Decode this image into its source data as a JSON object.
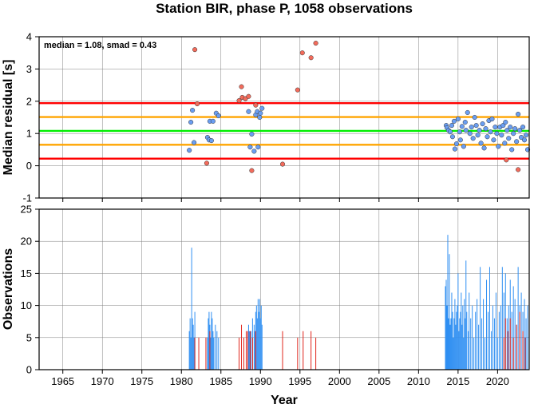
{
  "chart_data": {
    "title": "Station BIR, phase P, 1058 observations",
    "xlabel": "Year",
    "xlim": [
      1962,
      2024
    ],
    "xticks": [
      1965,
      1970,
      1975,
      1980,
      1985,
      1990,
      1995,
      2000,
      2005,
      2010,
      2015,
      2020
    ],
    "colors": {
      "blue_point": "#6a9ef2",
      "red_point": "#f26b5b",
      "blue_bar": "#2f8ff2",
      "red_bar": "#e0241b",
      "red_line": "#ff0000",
      "orange_line": "#ffa500",
      "green_line": "#00ee00"
    },
    "panels": [
      {
        "type": "scatter",
        "ylabel": "Median residual [s]",
        "ylim": [
          -1,
          4
        ],
        "yticks": [
          -1,
          0,
          1,
          2,
          3,
          4
        ],
        "annotation": "median = 1.08, smad = 0.43",
        "hlines": [
          {
            "y": 1.08,
            "color": "green"
          },
          {
            "y": 1.51,
            "color": "orange"
          },
          {
            "y": 0.65,
            "color": "orange"
          },
          {
            "y": 1.94,
            "color": "red"
          },
          {
            "y": 0.22,
            "color": "red"
          }
        ],
        "series": [
          {
            "color": "blue",
            "points": [
              [
                1981.0,
                0.48
              ],
              [
                1981.2,
                1.35
              ],
              [
                1981.4,
                1.72
              ],
              [
                1981.6,
                0.72
              ],
              [
                1983.3,
                0.88
              ],
              [
                1983.5,
                0.8
              ],
              [
                1983.6,
                1.38
              ],
              [
                1983.8,
                0.78
              ],
              [
                1984.0,
                1.38
              ],
              [
                1984.4,
                1.63
              ],
              [
                1984.7,
                1.55
              ],
              [
                1988.5,
                1.68
              ],
              [
                1988.7,
                0.58
              ],
              [
                1988.9,
                0.98
              ],
              [
                1989.2,
                0.45
              ],
              [
                1989.4,
                1.58
              ],
              [
                1989.6,
                1.68
              ],
              [
                1989.7,
                0.58
              ],
              [
                1989.9,
                1.5
              ],
              [
                1990.0,
                1.63
              ],
              [
                1990.2,
                1.78
              ],
              [
                2013.5,
                1.25
              ],
              [
                2013.6,
                1.18
              ],
              [
                2013.8,
                1.1
              ],
              [
                2014.0,
                1.05
              ],
              [
                2014.2,
                1.25
              ],
              [
                2014.3,
                0.9
              ],
              [
                2014.5,
                1.38
              ],
              [
                2014.6,
                0.52
              ],
              [
                2014.8,
                0.68
              ],
              [
                2015.0,
                1.45
              ],
              [
                2015.2,
                1.05
              ],
              [
                2015.3,
                0.8
              ],
              [
                2015.5,
                1.22
              ],
              [
                2015.7,
                0.6
              ],
              [
                2015.9,
                1.35
              ],
              [
                2016.0,
                1.1
              ],
              [
                2016.2,
                1.65
              ],
              [
                2016.5,
                1.0
              ],
              [
                2016.7,
                1.2
              ],
              [
                2016.9,
                0.85
              ],
              [
                2017.1,
                1.5
              ],
              [
                2017.3,
                1.25
              ],
              [
                2017.5,
                0.95
              ],
              [
                2017.7,
                1.1
              ],
              [
                2017.9,
                0.7
              ],
              [
                2018.1,
                1.3
              ],
              [
                2018.3,
                0.55
              ],
              [
                2018.5,
                1.15
              ],
              [
                2018.7,
                0.9
              ],
              [
                2018.9,
                1.4
              ],
              [
                2019.1,
                1.05
              ],
              [
                2019.3,
                1.45
              ],
              [
                2019.5,
                0.8
              ],
              [
                2019.7,
                1.2
              ],
              [
                2019.9,
                1.0
              ],
              [
                2020.1,
                0.6
              ],
              [
                2020.3,
                1.2
              ],
              [
                2020.5,
                0.95
              ],
              [
                2020.7,
                1.25
              ],
              [
                2020.9,
                0.7
              ],
              [
                2021.0,
                1.35
              ],
              [
                2021.2,
                1.1
              ],
              [
                2021.4,
                0.85
              ],
              [
                2021.6,
                1.2
              ],
              [
                2021.8,
                0.5
              ],
              [
                2022.0,
                1.0
              ],
              [
                2022.2,
                1.15
              ],
              [
                2022.4,
                0.75
              ],
              [
                2022.6,
                1.6
              ],
              [
                2022.8,
                1.1
              ],
              [
                2023.0,
                0.88
              ],
              [
                2023.2,
                1.2
              ],
              [
                2023.4,
                0.8
              ],
              [
                2023.6,
                0.95
              ],
              [
                2023.8,
                0.5
              ]
            ]
          },
          {
            "color": "red",
            "points": [
              [
                1981.7,
                3.6
              ],
              [
                1982.0,
                1.92
              ],
              [
                1983.2,
                0.08
              ],
              [
                1987.3,
                2.02
              ],
              [
                1987.6,
                2.45
              ],
              [
                1987.7,
                2.12
              ],
              [
                1988.1,
                2.08
              ],
              [
                1988.5,
                2.15
              ],
              [
                1988.9,
                -0.15
              ],
              [
                1989.4,
                1.88
              ],
              [
                1992.8,
                0.05
              ],
              [
                1994.7,
                2.35
              ],
              [
                1995.3,
                3.5
              ],
              [
                1996.4,
                3.35
              ],
              [
                1997.0,
                3.8
              ],
              [
                2021.1,
                0.18
              ],
              [
                2022.6,
                -0.12
              ]
            ]
          }
        ]
      },
      {
        "type": "bar",
        "ylabel": "Observations",
        "ylim": [
          0,
          25
        ],
        "yticks": [
          0,
          5,
          10,
          15,
          20,
          25
        ],
        "series": [
          {
            "color": "blue",
            "bars": [
              [
                1981.0,
                6
              ],
              [
                1981.1,
                8
              ],
              [
                1981.2,
                5
              ],
              [
                1981.3,
                19
              ],
              [
                1981.4,
                8
              ],
              [
                1981.5,
                7
              ],
              [
                1981.6,
                5
              ],
              [
                1981.7,
                9
              ],
              [
                1983.3,
                5
              ],
              [
                1983.4,
                8
              ],
              [
                1983.5,
                9
              ],
              [
                1983.6,
                7
              ],
              [
                1983.7,
                5
              ],
              [
                1983.8,
                9
              ],
              [
                1983.9,
                8
              ],
              [
                1984.0,
                6
              ],
              [
                1984.1,
                5
              ],
              [
                1984.3,
                7
              ],
              [
                1984.5,
                6
              ],
              [
                1984.7,
                5
              ],
              [
                1988.4,
                6
              ],
              [
                1988.5,
                7
              ],
              [
                1988.6,
                6
              ],
              [
                1988.7,
                5
              ],
              [
                1988.8,
                6
              ],
              [
                1989.0,
                8
              ],
              [
                1989.2,
                7
              ],
              [
                1989.3,
                6
              ],
              [
                1989.4,
                9
              ],
              [
                1989.5,
                10
              ],
              [
                1989.6,
                8
              ],
              [
                1989.7,
                11
              ],
              [
                1989.8,
                9
              ],
              [
                1989.9,
                11
              ],
              [
                1990.0,
                8
              ],
              [
                1990.1,
                10
              ],
              [
                1990.2,
                7
              ],
              [
                2013.4,
                13
              ],
              [
                2013.5,
                14
              ],
              [
                2013.6,
                10
              ],
              [
                2013.7,
                21
              ],
              [
                2013.8,
                8
              ],
              [
                2013.9,
                18
              ],
              [
                2014.0,
                7
              ],
              [
                2014.1,
                8
              ],
              [
                2014.2,
                12
              ],
              [
                2014.3,
                9
              ],
              [
                2014.4,
                5
              ],
              [
                2014.5,
                8
              ],
              [
                2014.6,
                11
              ],
              [
                2014.7,
                7
              ],
              [
                2014.8,
                9
              ],
              [
                2014.9,
                10
              ],
              [
                2015.0,
                15
              ],
              [
                2015.1,
                6
              ],
              [
                2015.2,
                8
              ],
              [
                2015.3,
                9
              ],
              [
                2015.4,
                12
              ],
              [
                2015.5,
                7
              ],
              [
                2015.6,
                10
              ],
              [
                2015.7,
                5
              ],
              [
                2015.8,
                11
              ],
              [
                2015.9,
                8
              ],
              [
                2016.0,
                17
              ],
              [
                2016.1,
                9
              ],
              [
                2016.3,
                6
              ],
              [
                2016.4,
                12
              ],
              [
                2016.6,
                8
              ],
              [
                2016.8,
                10
              ],
              [
                2017.0,
                5
              ],
              [
                2017.2,
                9
              ],
              [
                2017.4,
                11
              ],
              [
                2017.6,
                7
              ],
              [
                2017.8,
                16
              ],
              [
                2018.0,
                8
              ],
              [
                2018.2,
                11
              ],
              [
                2018.4,
                5
              ],
              [
                2018.6,
                14
              ],
              [
                2018.8,
                9
              ],
              [
                2019.0,
                16
              ],
              [
                2019.2,
                6
              ],
              [
                2019.4,
                10
              ],
              [
                2019.6,
                8
              ],
              [
                2019.8,
                12
              ],
              [
                2020.0,
                5
              ],
              [
                2020.2,
                9
              ],
              [
                2020.4,
                10
              ],
              [
                2020.6,
                16
              ],
              [
                2020.8,
                12
              ],
              [
                2021.0,
                15
              ],
              [
                2021.2,
                8
              ],
              [
                2021.4,
                10
              ],
              [
                2021.6,
                14
              ],
              [
                2021.8,
                9
              ],
              [
                2022.0,
                13
              ],
              [
                2022.2,
                11
              ],
              [
                2022.4,
                7
              ],
              [
                2022.6,
                16
              ],
              [
                2022.8,
                10
              ],
              [
                2023.0,
                12
              ],
              [
                2023.2,
                9
              ],
              [
                2023.4,
                11
              ],
              [
                2023.6,
                8
              ],
              [
                2023.8,
                10
              ]
            ]
          },
          {
            "color": "red",
            "bars": [
              [
                1981.7,
                5
              ],
              [
                1982.2,
                5
              ],
              [
                1983.1,
                5
              ],
              [
                1983.6,
                6
              ],
              [
                1987.3,
                5
              ],
              [
                1987.6,
                7
              ],
              [
                1987.9,
                5
              ],
              [
                1988.2,
                6
              ],
              [
                1988.4,
                6
              ],
              [
                1988.7,
                6
              ],
              [
                1989.0,
                5
              ],
              [
                1989.4,
                6
              ],
              [
                1992.8,
                6
              ],
              [
                1994.7,
                5
              ],
              [
                1995.4,
                6
              ],
              [
                1996.4,
                6
              ],
              [
                1997.0,
                5
              ],
              [
                2020.8,
                5
              ],
              [
                2021.0,
                8
              ],
              [
                2021.3,
                6
              ],
              [
                2021.6,
                8
              ],
              [
                2022.0,
                5
              ],
              [
                2022.4,
                7
              ],
              [
                2022.8,
                9
              ],
              [
                2023.2,
                6
              ],
              [
                2023.5,
                5
              ]
            ]
          }
        ]
      }
    ]
  }
}
